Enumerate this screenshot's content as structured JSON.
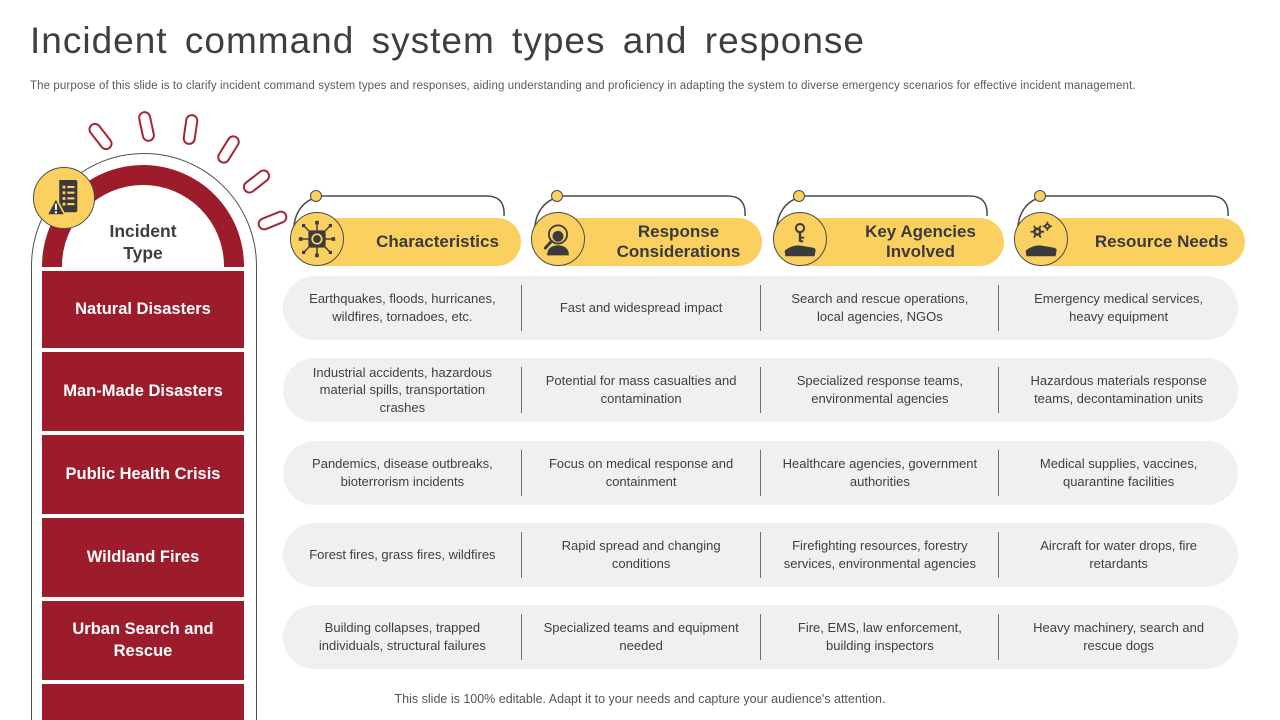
{
  "slide": {
    "title": "Incident command system types and response",
    "subtitle": "The purpose of this slide is to clarify incident command system types and responses, aiding understanding and proficiency in adapting the system to diverse emergency scenarios for effective incident management.",
    "footer": "This slide is 100% editable. Adapt it to your needs and capture your audience's attention."
  },
  "incident_column": {
    "header": "Incident Type",
    "badge_icon": "document-alert-icon",
    "rows": [
      "Natural Disasters",
      "Man-Made Disasters",
      "Public Health Crisis",
      "Wildland Fires",
      "Urban Search and Rescue"
    ]
  },
  "columns": [
    {
      "label": "Characteristics",
      "icon": "circuit-chip-icon"
    },
    {
      "label": "Response Considerations",
      "icon": "person-magnifier-icon"
    },
    {
      "label": "Key Agencies Involved",
      "icon": "hand-key-icon"
    },
    {
      "label": "Resource Needs",
      "icon": "hand-gears-icon"
    }
  ],
  "table": {
    "rows": [
      {
        "incident": "Natural Disasters",
        "characteristics": "Earthquakes, floods, hurricanes, wildfires, tornadoes, etc.",
        "response": "Fast and widespread impact",
        "agencies": "Search and rescue operations, local agencies, NGOs",
        "resources": "Emergency medical services, heavy equipment"
      },
      {
        "incident": "Man-Made Disasters",
        "characteristics": "Industrial accidents, hazardous material spills, transportation crashes",
        "response": "Potential for mass casualties and contamination",
        "agencies": "Specialized response teams, environmental agencies",
        "resources": "Hazardous materials response teams, decontamination units"
      },
      {
        "incident": "Public Health Crisis",
        "characteristics": "Pandemics, disease outbreaks, bioterrorism incidents",
        "response": "Focus on medical response and containment",
        "agencies": "Healthcare agencies, government authorities",
        "resources": "Medical supplies, vaccines, quarantine facilities"
      },
      {
        "incident": "Wildland Fires",
        "characteristics": "Forest fires, grass fires, wildfires",
        "response": "Rapid spread and changing conditions",
        "agencies": "Firefighting resources, forestry services, environmental agencies",
        "resources": "Aircraft for water drops, fire retardants"
      },
      {
        "incident": "Urban Search and Rescue",
        "characteristics": "Building collapses, trapped individuals, structural failures",
        "response": "Specialized teams and equipment needed",
        "agencies": "Fire, EMS, law enforcement, building inspectors",
        "resources": "Heavy machinery, search and rescue dogs"
      }
    ]
  },
  "colors": {
    "accent_red": "#9c1c2b",
    "accent_yellow": "#fad161",
    "row_gray": "#f0f0f1",
    "text_dark": "#3f3f3f",
    "text_gray": "#5a5a5a"
  }
}
